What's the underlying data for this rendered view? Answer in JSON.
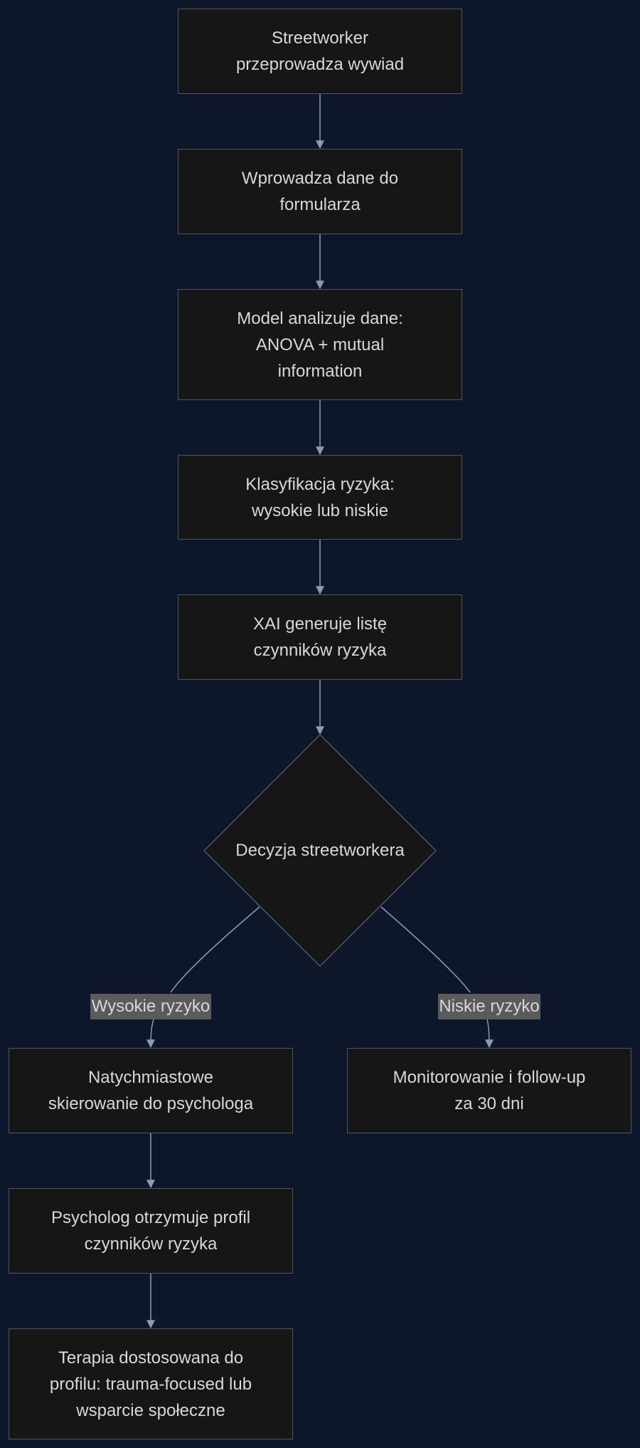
{
  "diagram": {
    "colors": {
      "background": "#0e172a",
      "node_fill": "#161616",
      "node_border": "#4b5669",
      "edge": "#8b9bb4",
      "text": "#d8d8d8",
      "label_bg": "#5b5b5b"
    },
    "nodes": {
      "interview": [
        "Streetworker",
        "przeprowadza wywiad"
      ],
      "form_entry": [
        "Wprowadza dane do",
        "formularza"
      ],
      "model_analysis": [
        "Model analizuje dane:",
        "ANOVA + mutual",
        "information"
      ],
      "risk_classification": [
        "Klasyfikacja ryzyka:",
        "wysokie lub niskie"
      ],
      "xai_factors": [
        "XAI generuje listę",
        "czynników ryzyka"
      ],
      "decision": "Decyzja streetworkera",
      "immediate_referral": [
        "Natychmiastowe",
        "skierowanie do psychologa"
      ],
      "monitoring": [
        "Monitorowanie i follow-up",
        "za 30 dni"
      ],
      "psychologist_profile": [
        "Psycholog otrzymuje profil",
        "czynników ryzyka"
      ],
      "therapy": [
        "Terapia dostosowana do",
        "profilu: trauma-focused lub",
        "wsparcie społeczne"
      ]
    },
    "edge_labels": {
      "high_risk": "Wysokie ryzyko",
      "low_risk": "Niskie ryzyko"
    }
  }
}
